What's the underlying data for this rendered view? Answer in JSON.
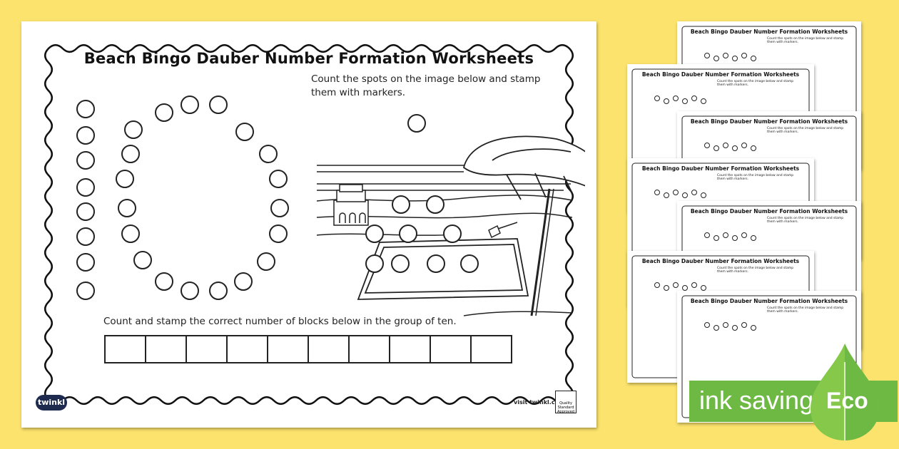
{
  "worksheet": {
    "title": "Beach Bingo Dauber Number Formation Worksheets",
    "instruction_top": "Count the spots on the image below and stamp them with markers.",
    "instruction_bottom": "Count and stamp the correct number of blocks below in the group of ten.",
    "logo": "twinkl",
    "footer_url": "visit twinkl.com",
    "badge_text": "Quality Standard Approved"
  },
  "thumbnails": [
    {
      "title": "Beach Bingo Dauber Number Formation Worksheets",
      "instruction": "Count the spots on the image below and stamp them with markers."
    },
    {
      "title": "Beach Bingo Dauber Number Formation Worksheets",
      "instruction": "Count the spots on the image below and stamp them with markers."
    },
    {
      "title": "Beach Bingo Dauber Number Formation Worksheets",
      "instruction": "Count the spots on the image below and stamp them with markers."
    },
    {
      "title": "Beach Bingo Dauber Number Formation Worksheets",
      "instruction": "Count the spots on the image below and stamp them with markers."
    },
    {
      "title": "Beach Bingo Dauber Number Formation Worksheets",
      "instruction": "Count the spots on the image below and stamp them with markers."
    },
    {
      "title": "Beach Bingo Dauber Number Formation Worksheets",
      "instruction": "Count the spots on the image below and stamp them with markers."
    },
    {
      "title": "Beach Bingo Dauber Number Formation Worksheets",
      "instruction": "Count the spots on the image below and stamp them with markers."
    }
  ],
  "eco_banner": {
    "label": "ink saving",
    "eco": "Eco",
    "color": "#6EB944"
  },
  "background_color": "#FBE36D"
}
